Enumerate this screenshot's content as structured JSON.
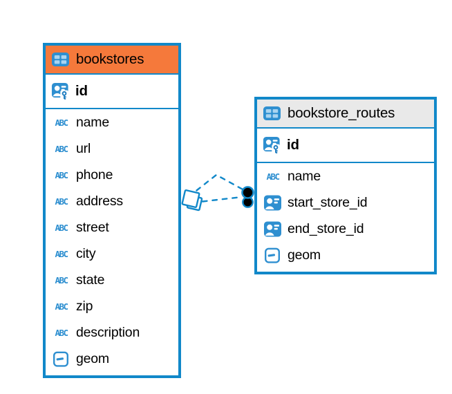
{
  "diagram": {
    "kind": "entity-relationship-diagram",
    "colors": {
      "line_blue": "#1188C9",
      "icon_blue": "#2E8FD0",
      "bookstores_header_bg": "#F5793B",
      "bookstore_routes_header_bg": "#E9E9E9",
      "text": "#000000",
      "relationship_dot_fill": "#000000"
    },
    "tables": [
      {
        "name": "bookstores",
        "header_bg": "#F5793B",
        "key_columns": [
          {
            "label": "id",
            "icon": "primary-key-icon"
          }
        ],
        "columns": [
          {
            "label": "name",
            "icon": "text-type-icon"
          },
          {
            "label": "url",
            "icon": "text-type-icon"
          },
          {
            "label": "phone",
            "icon": "text-type-icon"
          },
          {
            "label": "address",
            "icon": "text-type-icon"
          },
          {
            "label": "street",
            "icon": "text-type-icon"
          },
          {
            "label": "city",
            "icon": "text-type-icon"
          },
          {
            "label": "state",
            "icon": "text-type-icon"
          },
          {
            "label": "zip",
            "icon": "text-type-icon"
          },
          {
            "label": "description",
            "icon": "text-type-icon"
          },
          {
            "label": "geom",
            "icon": "geometry-type-icon"
          }
        ]
      },
      {
        "name": "bookstore_routes",
        "header_bg": "#E9E9E9",
        "key_columns": [
          {
            "label": "id",
            "icon": "primary-key-icon"
          }
        ],
        "columns": [
          {
            "label": "name",
            "icon": "text-type-icon"
          },
          {
            "label": "start_store_id",
            "icon": "foreign-key-icon"
          },
          {
            "label": "end_store_id",
            "icon": "foreign-key-icon"
          },
          {
            "label": "geom",
            "icon": "geometry-type-icon"
          }
        ]
      }
    ],
    "relationship": {
      "from_table": "bookstores",
      "to_table": "bookstore_routes",
      "line_style": "dashed",
      "lines": 2
    }
  }
}
